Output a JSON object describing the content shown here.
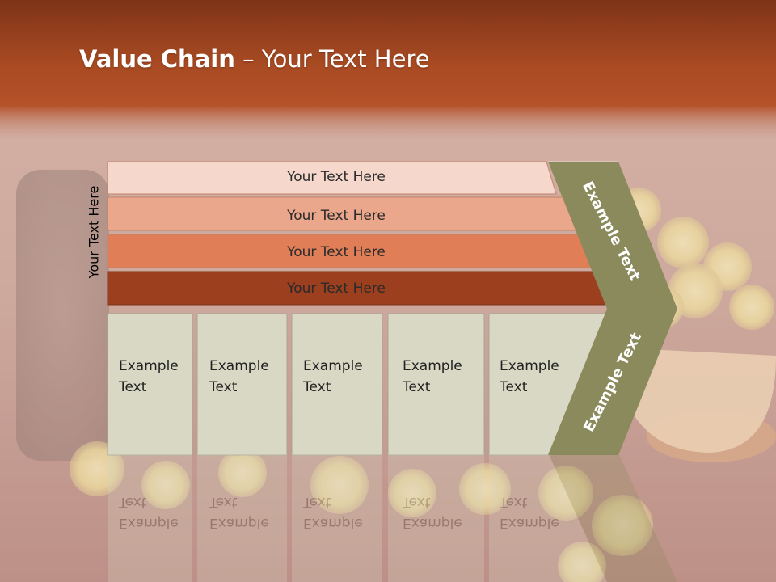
{
  "slide": {
    "title_bold": "Value Chain",
    "title_rest": " – Your Text Here",
    "side_label": "Your Text Here"
  },
  "bars": [
    {
      "label": "Your Text Here",
      "color": "#f5d7cc"
    },
    {
      "label": "Your Text Here",
      "color": "#eba78c"
    },
    {
      "label": "Your Text Here",
      "color": "#df7e57"
    },
    {
      "label": "Your Text Here",
      "color": "#9b3f1f"
    }
  ],
  "boxes": [
    {
      "line1": "Example",
      "line2": "Text"
    },
    {
      "line1": "Example",
      "line2": "Text"
    },
    {
      "line1": "Example",
      "line2": "Text"
    },
    {
      "line1": "Example",
      "line2": "Text"
    },
    {
      "line1": "Example",
      "line2": "Text"
    }
  ],
  "chevron": {
    "top_label": "Example Text",
    "bottom_label": "Example Text",
    "color": "#8a8a5c"
  },
  "colors": {
    "header": "#a8481e",
    "box_fill": "#d8d8c4",
    "box_border": "#a6a691"
  }
}
